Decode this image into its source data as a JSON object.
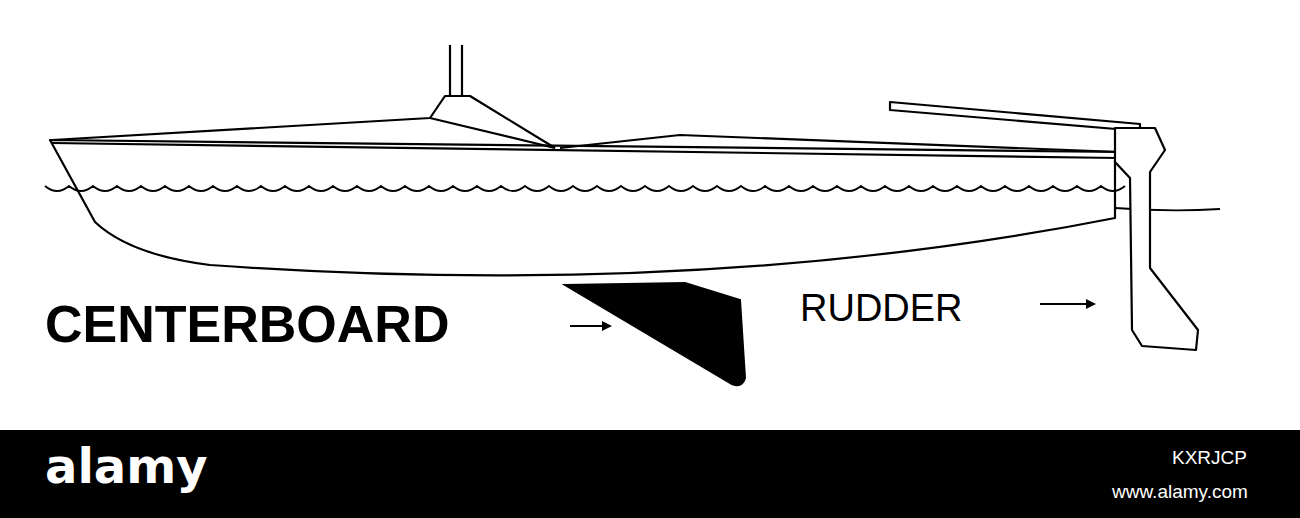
{
  "diagram": {
    "labels": [
      "CENTERBOARD",
      "RUDDER",
      "alamy",
      "KXRJCP",
      "www.alamy.com"
    ]
  }
}
